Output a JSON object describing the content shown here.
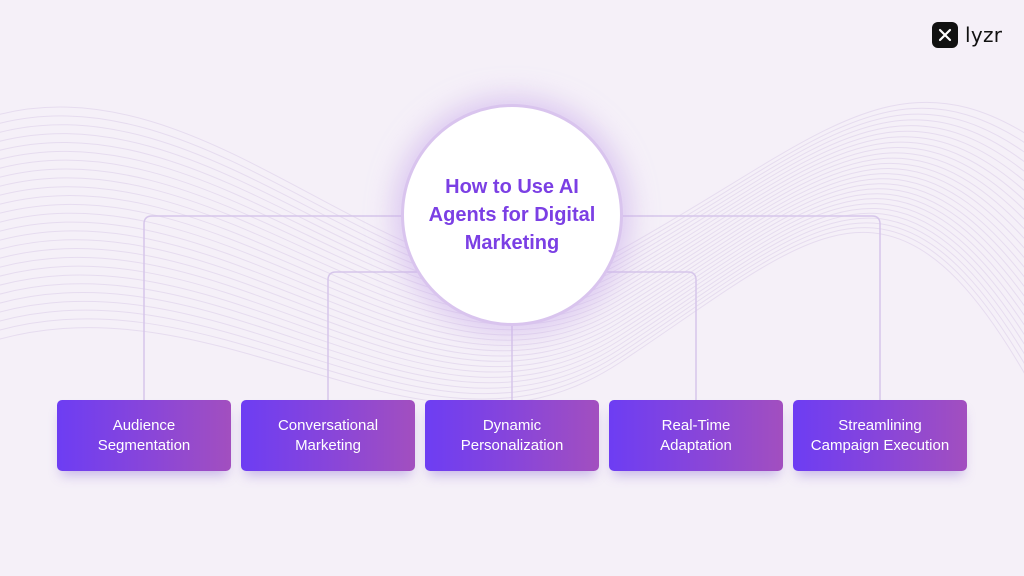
{
  "brand": {
    "name": "lyzr",
    "mark_icon": "lyzr-logo-icon"
  },
  "diagram": {
    "title": "How to Use AI Agents for Digital Marketing",
    "nodes": [
      {
        "label": "Audience\nSegmentation"
      },
      {
        "label": "Conversational\nMarketing"
      },
      {
        "label": "Dynamic\nPersonalization"
      },
      {
        "label": "Real-Time\nAdaptation"
      },
      {
        "label": "Streamlining\nCampaign Execution"
      }
    ]
  },
  "colors": {
    "accent": "#7b3fe4",
    "node_start": "#6d3df3",
    "node_end": "#a24fbf",
    "connector": "#d6c6ea",
    "background": "#f5f0f8"
  }
}
